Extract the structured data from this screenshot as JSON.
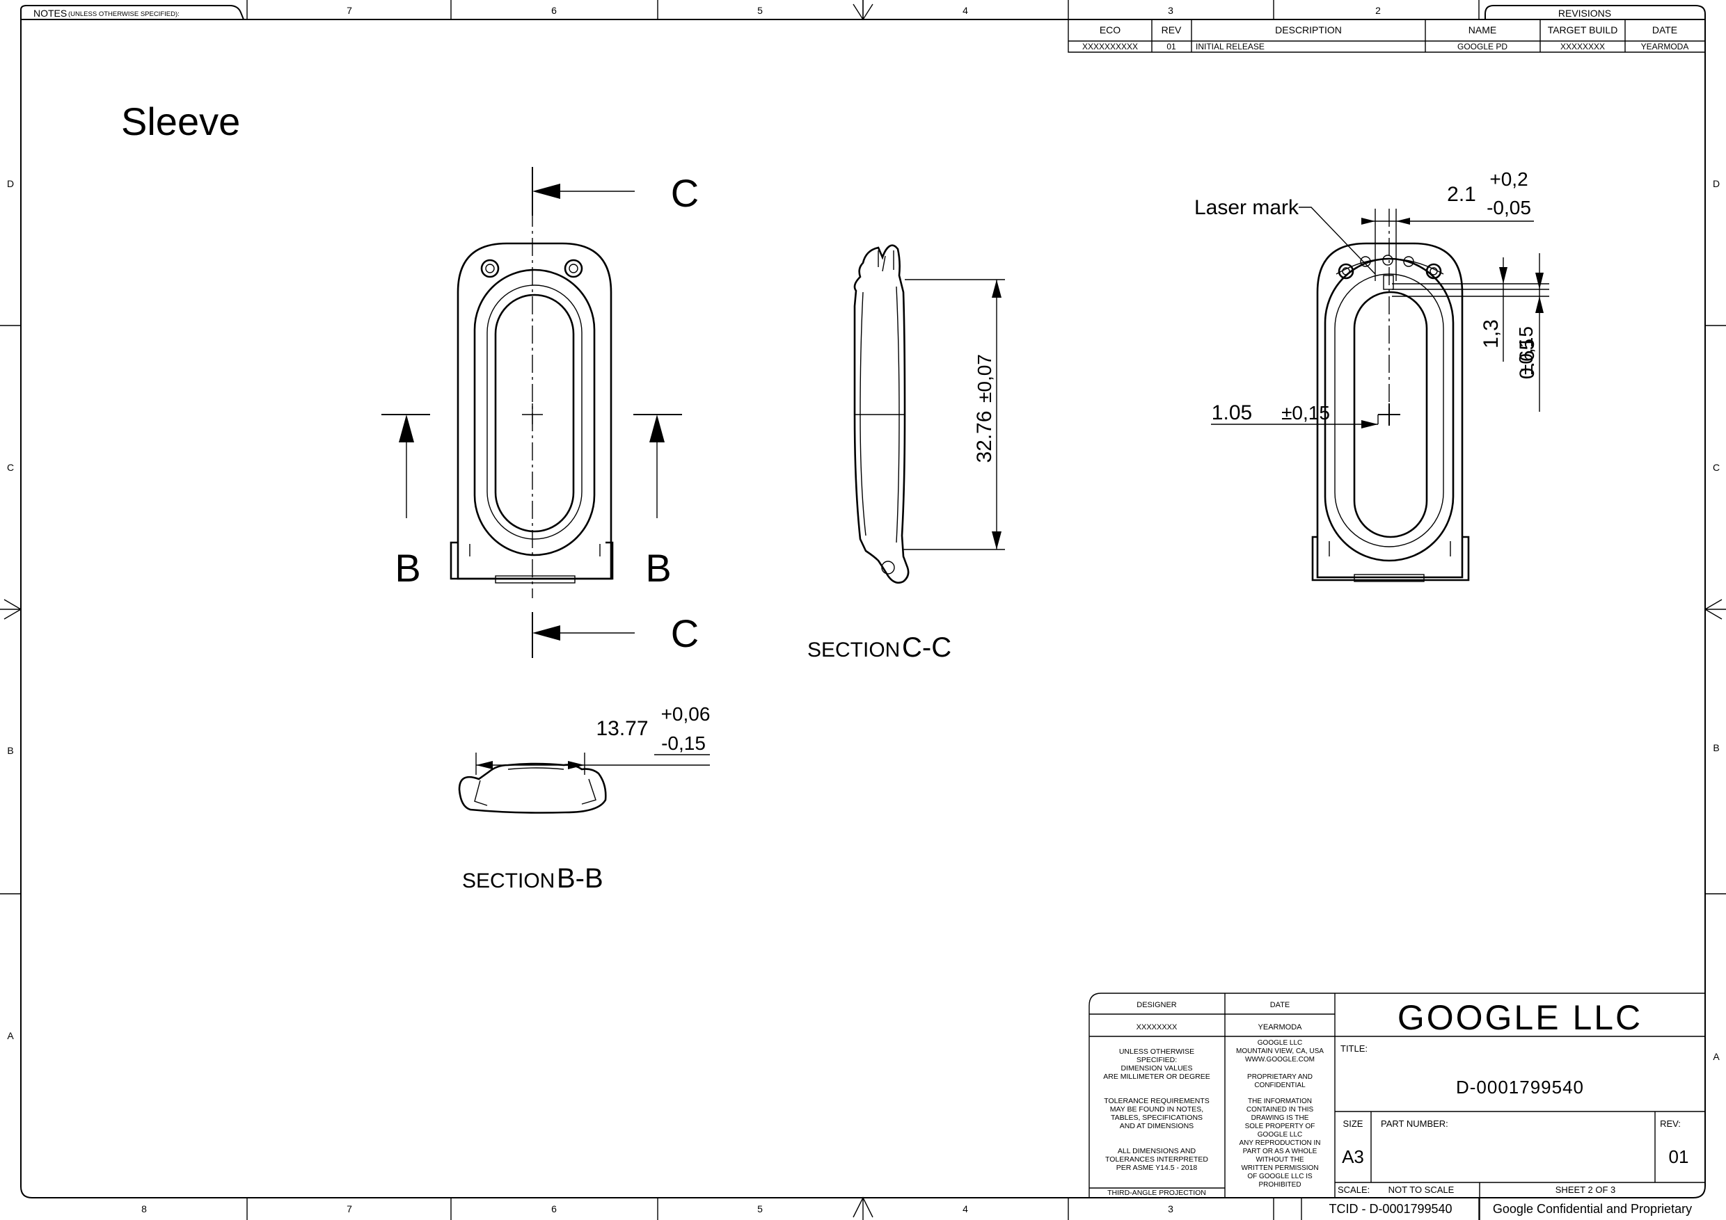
{
  "sheet": {
    "notes_label": "NOTES",
    "notes_sub": "(UNLESS OTHERWISE SPECIFIED):",
    "zones_top": [
      "7",
      "6",
      "5",
      "4",
      "3",
      "2"
    ],
    "zones_bottom": [
      "8",
      "7",
      "6",
      "5",
      "4",
      "3"
    ],
    "rows_left": [
      "D",
      "C",
      "B",
      "A"
    ],
    "rows_right": [
      "D",
      "C",
      "B",
      "A"
    ]
  },
  "revisions": {
    "title": "REVISIONS",
    "headers": [
      "ECO",
      "REV",
      "DESCRIPTION",
      "NAME",
      "TARGET BUILD",
      "DATE"
    ],
    "row": [
      "XXXXXXXXXX",
      "01",
      "INITIAL RELEASE",
      "GOOGLE PD",
      "XXXXXXXX",
      "YEARMODA"
    ]
  },
  "drawing": {
    "part_title": "Sleeve",
    "section_cut_c": "C",
    "section_cut_b": "B",
    "section_cc_prefix": "SECTION",
    "section_cc_id": "C-C",
    "section_bb_prefix": "SECTION",
    "section_bb_id": "B-B",
    "dim_height_value": "32.76",
    "dim_height_tol": "±0,07",
    "dim_width_value": "13.77",
    "dim_width_tol_plus": "+0,06",
    "dim_width_tol_minus": "-0,15",
    "laser_mark_label": "Laser mark",
    "dim_laser_value": "2.1",
    "dim_laser_tol_plus": "+0,2",
    "dim_laser_tol_minus": "-0,05",
    "dim_offset_value": "1.05",
    "dim_offset_tol": "±0,15",
    "dim_vert_a_value": "1,3",
    "dim_vert_b_value": "0.65",
    "dim_vert_b_tol": "±0,15"
  },
  "title_block": {
    "designer_label": "DESIGNER",
    "designer_value": "XXXXXXXX",
    "date_label": "DATE",
    "date_value": "YEARMODA",
    "company": "GOOGLE LLC",
    "notes_lines": [
      "UNLESS OTHERWISE",
      "SPECIFIED:",
      "DIMENSION VALUES",
      "ARE MILLIMETER OR DEGREE",
      "",
      "TOLERANCE REQUIREMENTS",
      "MAY BE FOUND IN NOTES,",
      "TABLES, SPECIFICATIONS",
      "AND AT DIMENSIONS",
      "",
      "ALL DIMENSIONS AND",
      "TOLERANCES INTERPRETED",
      "PER ASME Y14.5 - 2018"
    ],
    "projection": "THIRD-ANGLE PROJECTION",
    "company_lines": [
      "GOOGLE LLC",
      "MOUNTAIN VIEW, CA, USA",
      "WWW.GOOGLE.COM",
      "",
      "PROPRIETARY AND",
      "CONFIDENTIAL",
      "",
      "THE INFORMATION",
      "CONTAINED IN THIS",
      "DRAWING IS THE",
      "SOLE PROPERTY OF",
      "GOOGLE LLC",
      "ANY REPRODUCTION IN",
      "PART OR AS A WHOLE",
      "WITHOUT THE",
      "WRITTEN PERMISSION",
      "OF GOOGLE LLC IS",
      "PROHIBITED"
    ],
    "title_label": "TITLE:",
    "title_value": "D-0001799540",
    "size_label": "SIZE",
    "size_value": "A3",
    "part_number_label": "PART NUMBER:",
    "rev_label": "REV:",
    "rev_value": "01",
    "scale_label": "SCALE:",
    "scale_value": "NOT TO SCALE",
    "sheet_label": "SHEET 2 OF 3",
    "tcid": "TCID - D-0001799540",
    "confidential": "Google Confidential and Proprietary"
  }
}
